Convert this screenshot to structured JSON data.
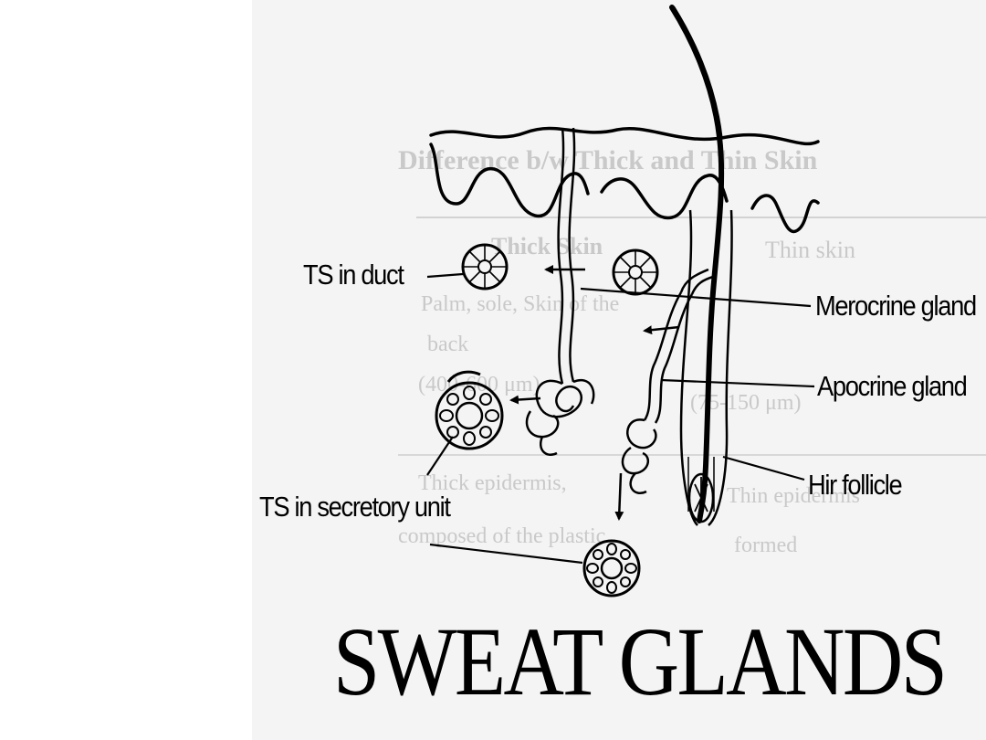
{
  "labels": {
    "ts_duct": "TS in duct",
    "merocrine": "Merocrine gland",
    "apocrine": "Apocrine gland",
    "follicle": "Hir follicle",
    "ts_secretory": "TS in secretory unit"
  },
  "background_page_text": {
    "heading": "Difference b/w Thick and Thin Skin",
    "col_thick": "Thick Skin",
    "col_thin": "Thin skin",
    "row1_thick": "Palm, sole, Skin of the",
    "row1_cont": "back",
    "row2_thick": "(400-600 μm)",
    "row2_thin": "(75-150 μm)",
    "row3_thick": "Thick epidermis,",
    "row3_thin": "Thin epidermis",
    "row3_cont": "composed of the plastic",
    "row4_thin": "formed"
  },
  "title": "SWEAT GLANDS",
  "colors": {
    "ink": "#000000",
    "panel": "#f4f4f4",
    "faint_text": "#c9c9c9"
  }
}
